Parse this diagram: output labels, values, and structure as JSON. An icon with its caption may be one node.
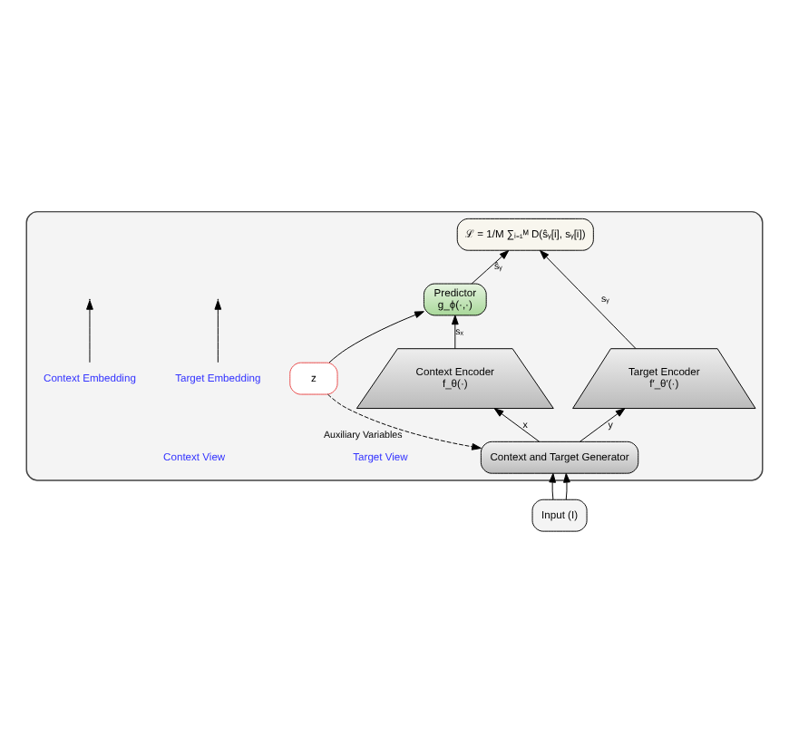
{
  "diagram": {
    "nodes": [
      {
        "text": [],
        "shape": "box"
      },
      {
        "text": [
          "ℒ = 1/M ∑ᵢ₌₁ᴹ D(ŝᵧ[i], sᵧ[i])"
        ],
        "in": 0
      },
      {
        "text": [
          "Predictor",
          "g_ϕ(·,·)"
        ],
        "in": 0
      },
      {
        "text": [
          "z"
        ],
        "in": 0
      },
      {
        "text": [
          "Target Encoder",
          "f′_θ′(·)"
        ],
        "in": 0
      },
      {
        "text": [
          "Context Encoder",
          "f_θ(·)"
        ],
        "in": 0
      },
      {
        "text": [
          "Context and Target Generator"
        ],
        "in": 0
      },
      {
        "text": [
          "Input (I)"
        ]
      },
      {
        "text": [
          "Target Embedding"
        ],
        "in": 0
      },
      {
        "text": [
          "Context Embedding"
        ],
        "in": 0
      }
    ],
    "edges": [
      {
        "from": 4,
        "to": 1,
        "arrow": "to",
        "label": "sᵧ"
      },
      {
        "from": 2,
        "to": 1,
        "arrow": "to",
        "label": "ŝᵧ"
      },
      {
        "from": 3,
        "to": 2,
        "arrow": "to"
      },
      {
        "from": 5,
        "to": 2,
        "arrow": "to",
        "label": "sₓ"
      },
      {
        "from": 3,
        "to": 6,
        "arrow": "to",
        "style": "dashed",
        "label": "Auxiliary Variables"
      },
      {
        "from": 6,
        "to": 4,
        "arrow": "to",
        "label": "y"
      },
      {
        "from": 6,
        "to": 5,
        "arrow": "to",
        "label": "x"
      },
      {
        "from": 7,
        "to": 6,
        "arrow": "to"
      },
      {
        "from": 7,
        "to": 6,
        "arrow": "to"
      },
      {
        "from": 8,
        "to": null,
        "arrow": "to"
      },
      {
        "from": 9,
        "to": null,
        "arrow": "to"
      }
    ],
    "labels": [
      "Target View",
      "Context View"
    ]
  }
}
